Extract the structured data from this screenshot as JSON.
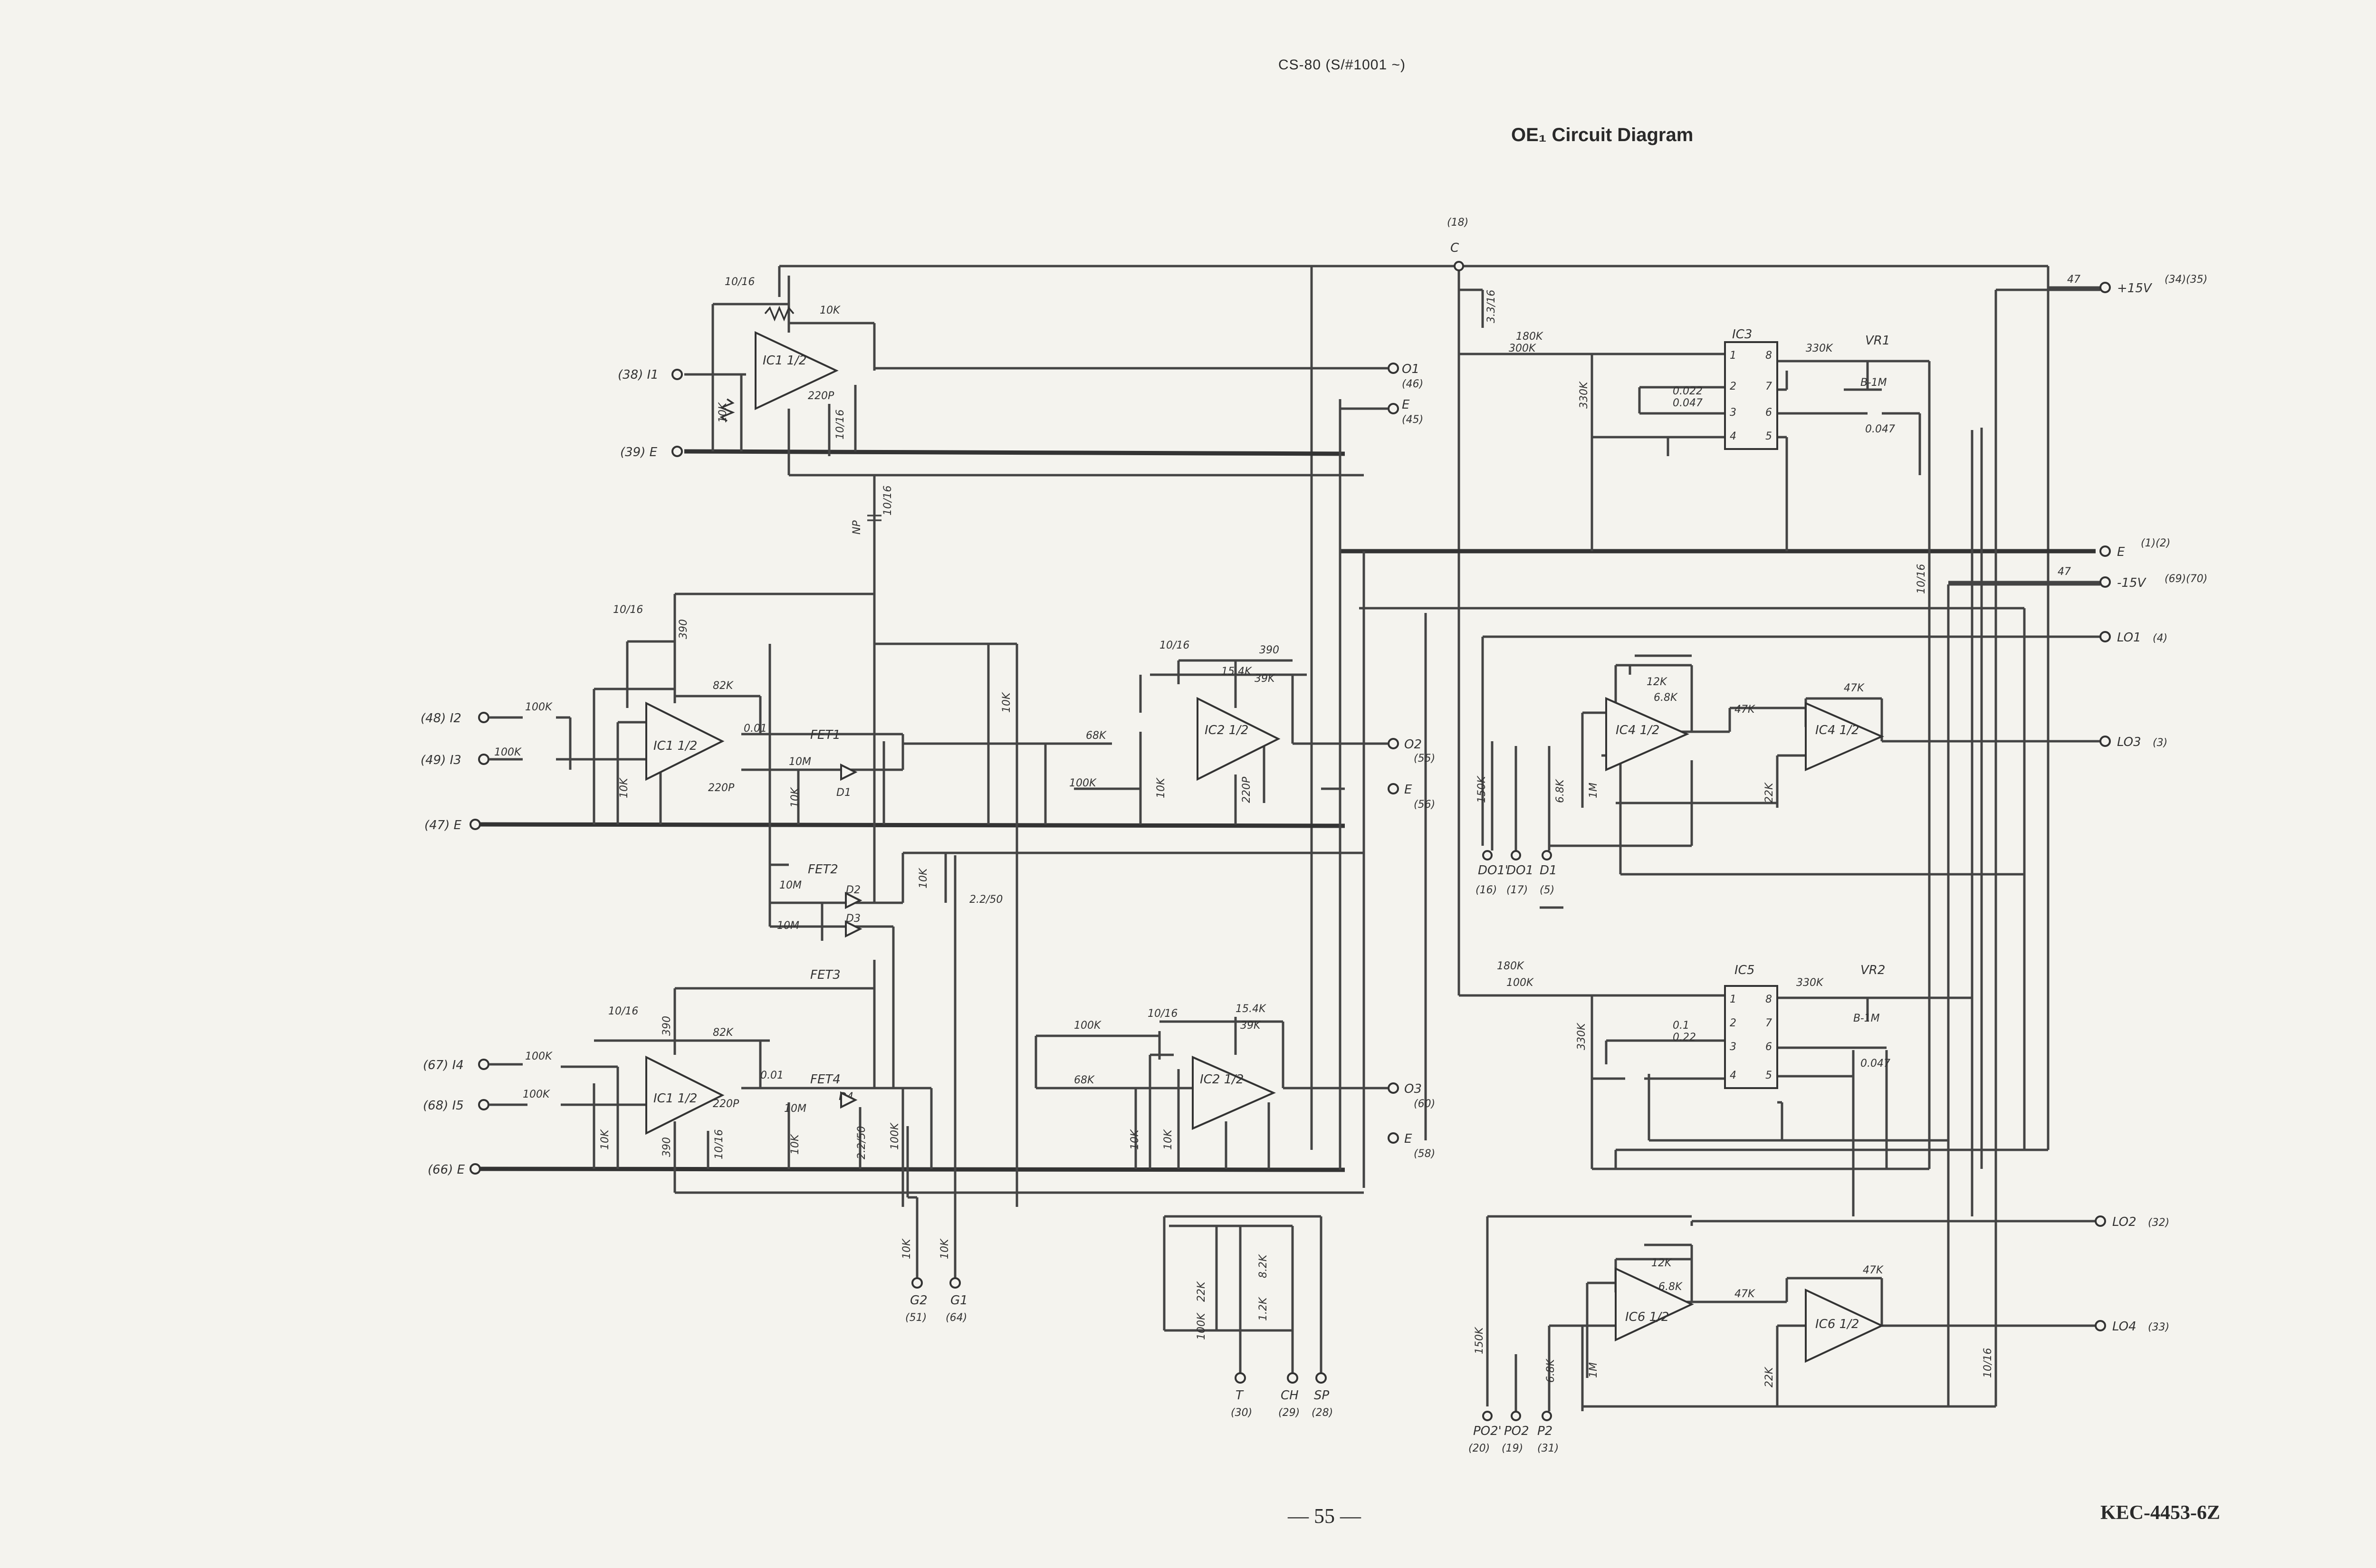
{
  "header": {
    "model": "CS-80 (S/#1001 ~)"
  },
  "title": "OE₁ Circuit Diagram",
  "footer": {
    "page": "— 55 —",
    "doc_code": "KEC-4453-6Z"
  },
  "inputs": [
    {
      "label": "(38) I1"
    },
    {
      "label": "(39) E"
    },
    {
      "label": "(48) I2"
    },
    {
      "label": "(49) I3"
    },
    {
      "label": "(47) E"
    },
    {
      "label": "(67) I4"
    },
    {
      "label": "(68) I5"
    },
    {
      "label": "(66) E"
    }
  ],
  "outputs": [
    {
      "label": "O1",
      "pin": "(46)"
    },
    {
      "label": "E",
      "pin": "(45)"
    },
    {
      "label": "O2",
      "pin": "(55)"
    },
    {
      "label": "E",
      "pin": "(56)"
    },
    {
      "label": "O3",
      "pin": "(60)"
    },
    {
      "label": "E",
      "pin": "(58)"
    }
  ],
  "right_terminals": [
    {
      "label": "+15V",
      "pin": "(34)(35)"
    },
    {
      "label": "E",
      "pin": "(1)(2)"
    },
    {
      "label": "-15V",
      "pin": "(69)(70)"
    },
    {
      "label": "LO1",
      "pin": "(4)"
    },
    {
      "label": "LO3",
      "pin": "(3)"
    },
    {
      "label": "LO2",
      "pin": "(32)"
    },
    {
      "label": "LO4",
      "pin": "(33)"
    }
  ],
  "top_terminal": {
    "label": "C",
    "pin": "(18)"
  },
  "bottom_terminals": [
    {
      "label": "G2",
      "pin": "(51)"
    },
    {
      "label": "G1",
      "pin": "(64)"
    },
    {
      "label": "T",
      "pin": "(30)"
    },
    {
      "label": "CH",
      "pin": "(29)"
    },
    {
      "label": "SP",
      "pin": "(28)"
    },
    {
      "label": "DO1'",
      "pin": "(16)"
    },
    {
      "label": "DO1",
      "pin": "(17)"
    },
    {
      "label": "D1",
      "pin": "(5)"
    },
    {
      "label": "PO2'",
      "pin": "(20)"
    },
    {
      "label": "PO2",
      "pin": "(19)"
    },
    {
      "label": "P2",
      "pin": "(31)"
    }
  ],
  "ics": [
    {
      "label": "IC1 1/2"
    },
    {
      "label": "IC1 1/2"
    },
    {
      "label": "IC2 1/2"
    },
    {
      "label": "IC2 1/2"
    },
    {
      "label": "IC3"
    },
    {
      "label": "IC4 1/2"
    },
    {
      "label": "IC4 1/2"
    },
    {
      "label": "IC5"
    },
    {
      "label": "IC6 1/2"
    },
    {
      "label": "IC6 1/2"
    }
  ],
  "fets": [
    "FET1",
    "FET2",
    "FET3",
    "FET4"
  ],
  "diodes": [
    "D1",
    "D2",
    "D3",
    "D4"
  ],
  "trimmers": [
    "VR1",
    "VR2"
  ],
  "trim_values": [
    "B-1M",
    "B-1M"
  ],
  "component_values": {
    "r10k": "10K",
    "r100k": "100K",
    "r82k": "82K",
    "r68k": "68K",
    "r390": "390",
    "r39k": "39K",
    "r180k": "180K",
    "r330k": "330K",
    "r47k": "47K",
    "r12k": "12K",
    "r22k": "22K",
    "r6_8k": "6.8K",
    "r1m": "1M",
    "r10m": "10M",
    "r47": "47",
    "r150k": "150K",
    "r8_2k": "8.2K",
    "r1_2k": "1.2K",
    "r15_4k": "15.4K",
    "r300k": "300K",
    "r330k_b": "330K",
    "c10_16": "10/16",
    "c220p": "220P",
    "c0_01": "0.01",
    "c0_022": "0.022",
    "c0_047": "0.047",
    "c0_1": "0.1",
    "c0_22": "0.22",
    "c3_3_16": "3.3/16",
    "c2_2_50": "2.2/50",
    "np": "NP"
  }
}
